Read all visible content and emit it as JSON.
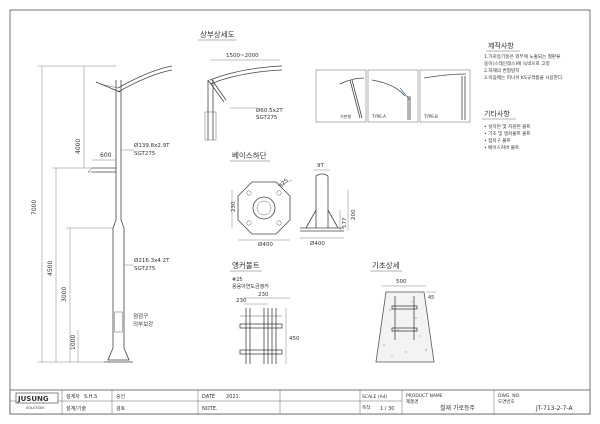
{
  "sections": {
    "top_detail": "상부상세도",
    "base_detail": "베이스하단",
    "anchor_bolt": "앵커볼트",
    "foundation": "기초상세"
  },
  "notes": {
    "manufacture_title": "제작사항",
    "manufacture_items": [
      "1.가로등기둥은 외부에 노출되는 철판류",
      "  용이(스테인레스)에 녹박으로 고정",
      "2.자재의 변형방지",
      "3.이음매는 피니쉬 KS규격품을 사용한다."
    ],
    "other_title": "기타사항",
    "other_items": [
      "• 설치된 및 지원된 볼트",
      "• 기초 및 앵커볼트 볼트",
      "• 점지구 볼트",
      "• 베이스커버 볼트"
    ]
  },
  "dims": {
    "pole_total": "7000",
    "upper": "4000",
    "lower": "4500",
    "mid": "3000",
    "bottom": "1000",
    "arm_length": "600",
    "top_spread": "1500~2000",
    "upper_pipe": "Ø139.8x2.9T",
    "upper_grade": "SGT275",
    "lower_pipe": "Ø216.3x4.2T",
    "lower_grade": "SGT275",
    "arm_pipe": "Ø60.5x2T",
    "arm_grade": "SGT275",
    "inspection": "점검구",
    "inspection2": "의부보강",
    "base_dia": "Ø400",
    "base_side": "230",
    "base_bolt": "325",
    "base_dia2": "Ø400",
    "plate_t": "9T",
    "base_h": "200",
    "base_h2": "177",
    "bolt_size": "#25",
    "bolt_desc": "용융아연도금앵커",
    "bolt_w1": "230",
    "bolt_w2": "230",
    "bolt_h": "450",
    "found_w": "500",
    "found_top": "45"
  },
  "types": [
    "기본형",
    "TYPE-A",
    "TYPE-B"
  ],
  "title_block": {
    "company": "JUSUNG",
    "company_sub": "SOLUTION",
    "designer_label": "설계자",
    "designer": "S.H.S",
    "checker_label": "검토",
    "approver_label": "승인",
    "date_label": "DATE",
    "date": "2021.",
    "note_label": "NOTE.",
    "scale_label": "SCALE (A4)",
    "scale_kr": "축척",
    "scale": "1 / 30",
    "product_label": "PRODUCT NAME",
    "product_kr": "제품명",
    "product": "철재 가로등주",
    "dwg_label": "DWG. NO.",
    "dwg_kr": "도면번호",
    "dwg": "JT-713-2-7-A",
    "drafter_label": "설계/기술"
  }
}
